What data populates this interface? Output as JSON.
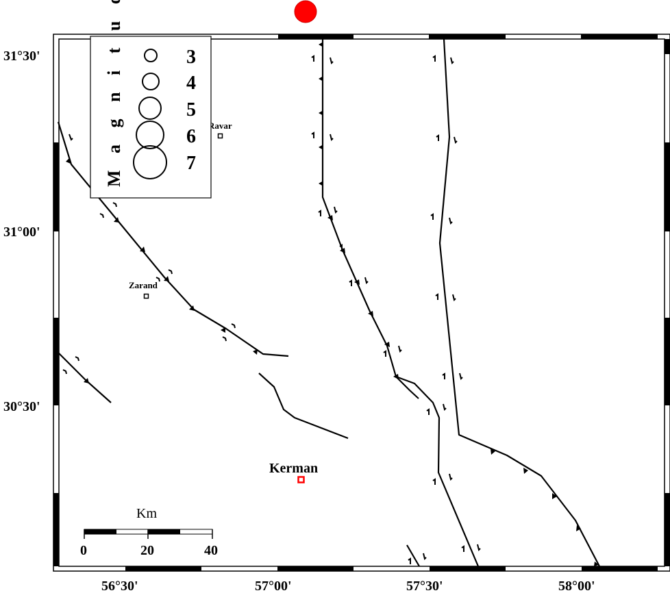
{
  "axes": {
    "lat_labels": [
      "31°30'",
      "31°00'",
      "30°30'"
    ],
    "lon_labels": [
      "56°30'",
      "57°00'",
      "57°30'",
      "58°00'"
    ]
  },
  "legend": {
    "title": "M a g n i t u d e",
    "magnitudes": [
      "3",
      "4",
      "5",
      "6",
      "7"
    ]
  },
  "cities": {
    "ravar": "Ravar",
    "zarand": "Zarand",
    "kerman": "Kerman"
  },
  "scale_bar": {
    "unit": "Km",
    "ticks": [
      "0",
      "20",
      "40"
    ]
  },
  "epicenter": {
    "color": "#ff0000",
    "marker": "filled-circle"
  },
  "colors": {
    "kerman_marker": "#ff0000",
    "faults": "#000000",
    "frame": "#000000"
  }
}
